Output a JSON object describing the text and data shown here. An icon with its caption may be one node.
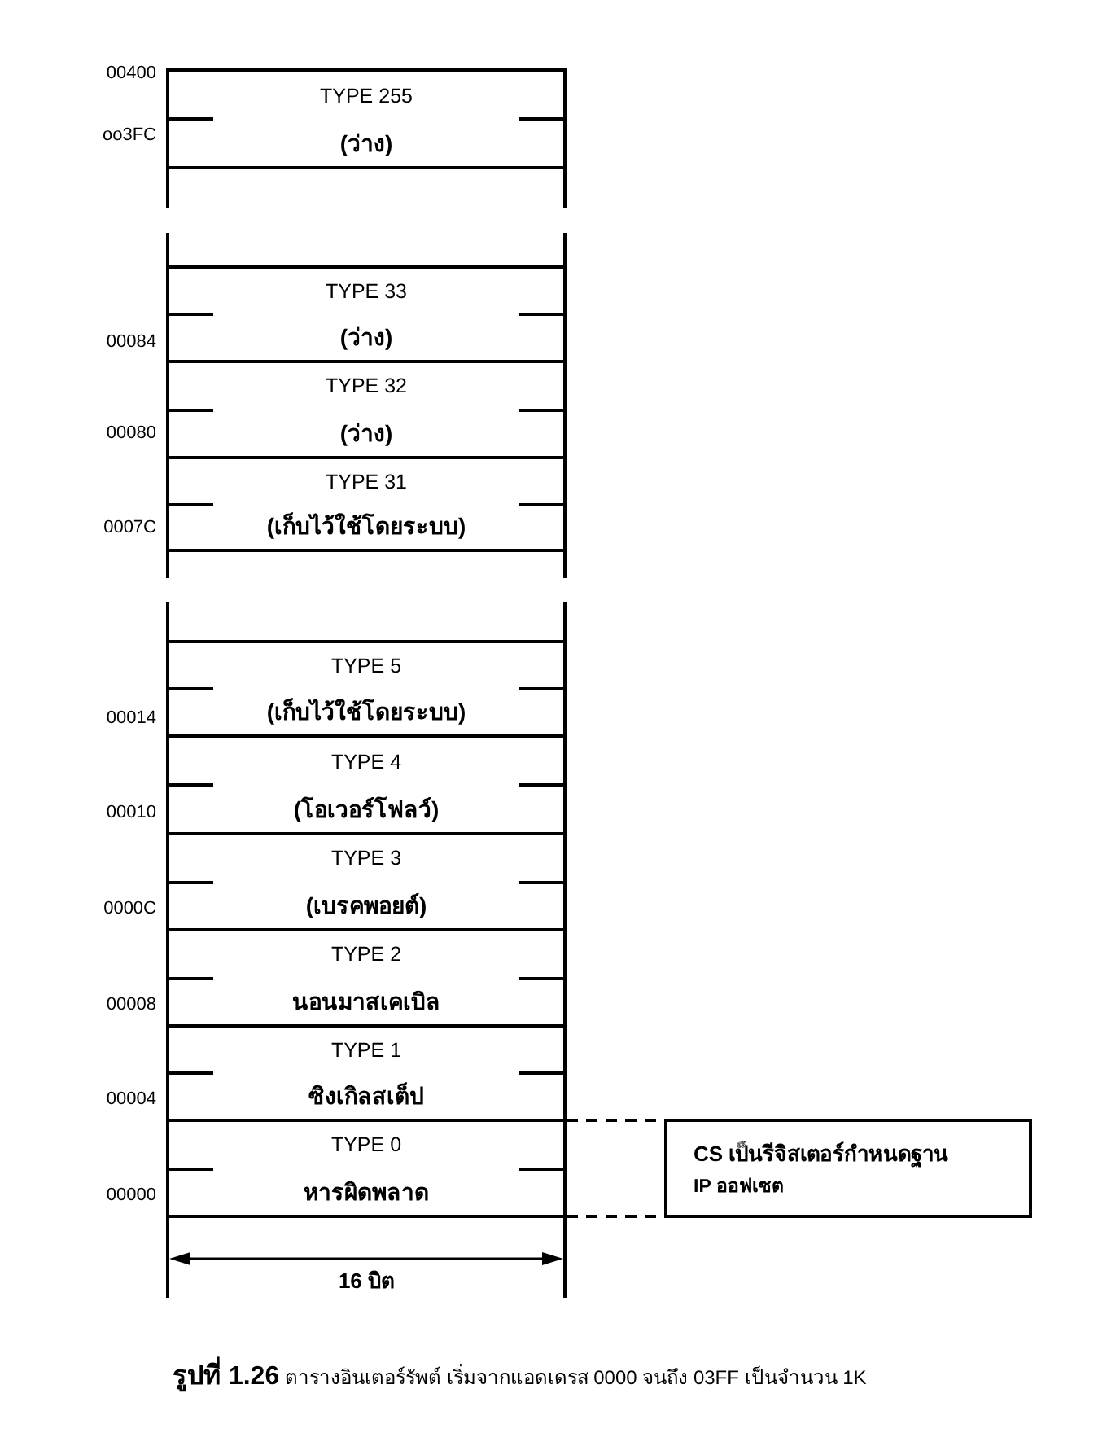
{
  "diagram": {
    "caption": "**รูปที่ 1.26** ตารางอินเตอร์รัพต์ เริ่มจากแอดเดรส 0000 จนถึง 03FF เป็นจำนวน 1K",
    "nodes": [
      {
        "text": [
          "TYPE 255",
          "(ว่าง)"
        ]
      },
      {
        "text": [
          "TYPE 33",
          "(ว่าง)"
        ]
      },
      {
        "text": [
          "TYPE 32",
          "(ว่าง)"
        ]
      },
      {
        "text": [
          "TYPE 31",
          "(เก็บไว้ใช้โดยระบบ)"
        ]
      },
      {
        "text": [
          "TYPE 5",
          "(เก็บไว้ใช้โดยระบบ)"
        ]
      },
      {
        "text": [
          "TYPE 4",
          "(โอเวอร์โฟลว์)"
        ]
      },
      {
        "text": [
          "TYPE 3",
          "(เบรคพอยต์)"
        ]
      },
      {
        "text": [
          "TYPE 2",
          "นอนมาสเคเบิล"
        ]
      },
      {
        "text": [
          "TYPE 1",
          "ซิงเกิลสเต็ป"
        ]
      },
      {
        "text": [
          "TYPE 0",
          "หารผิดพลาด"
        ]
      },
      {
        "text": [
          "CS เป็นรีจิสเตอร์กำหนดฐาน",
          "IP ออฟเซต"
        ]
      }
    ],
    "edges": [
      {
        "from": 9,
        "to": 10,
        "arrow": "none",
        "style": "dashed"
      },
      {
        "from": 9,
        "to": 10,
        "arrow": "none",
        "style": "dashed"
      }
    ],
    "labels": [
      "00400",
      "oo3FC",
      "00084",
      "00080",
      "0007C",
      "00014",
      "00010",
      "0000C",
      "00008",
      "00004",
      "00000",
      "16 บิต"
    ]
  }
}
